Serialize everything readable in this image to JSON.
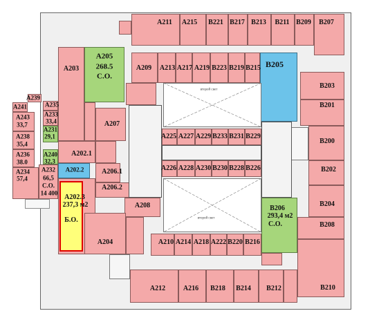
{
  "atrium_label": "второй свет",
  "rooms": {
    "A211": "A211",
    "A215": "A215",
    "B221": "B221",
    "B217": "B217",
    "B213": "B213",
    "B211": "B211",
    "B209": "B209",
    "B207": "B207",
    "A205": "A205",
    "A205_area": "268.5",
    "A205_note": "С.О.",
    "A203": "A203",
    "A209": "A209",
    "A213": "A213",
    "A217": "A217",
    "A219": "A219",
    "B223": "B223",
    "B219": "B219",
    "B215": "B215",
    "B205": "B205",
    "B203": "B203",
    "B201": "B201",
    "B200": "B200",
    "B202": "B202",
    "B204": "B204",
    "B208": "B208",
    "B210": "B210",
    "A239": "A239",
    "A241": "A241",
    "A235": "A235",
    "A243": "A243",
    "A243_area": "33,7",
    "A233": "A233",
    "A233_area": "33,4",
    "A238": "A238",
    "A238_area": "35,4",
    "A231": "A231",
    "A231_area": "29,1",
    "A236": "A236",
    "A236_area": "38.0",
    "A240": "A240",
    "A240_area": "32,3",
    "A234": "A234",
    "A234_area": "57,4",
    "A232": "A232",
    "A232_area": "66,5",
    "A232_note": "С.О.",
    "A232_extra": "14 400",
    "A207": "A207",
    "A202_1": "A202.1",
    "A202_2": "A202.2",
    "A206_1": "A206.1",
    "A206_2": "A206.2",
    "A202_3": "A202.3",
    "A202_3_area": "237,3 м2",
    "BO": "Б.О.",
    "A208": "A208",
    "A204": "A204",
    "A225": "A225",
    "A227": "A227",
    "A229": "A229",
    "B233": "B233",
    "B231": "B231",
    "B229": "B229",
    "A226": "A226",
    "A228": "A228",
    "A230": "A230",
    "B230": "B230",
    "B228": "B228",
    "B226": "B226",
    "B206": "B206",
    "B206_area": "293,4 м2",
    "B206_note": "С.О.",
    "A210": "A210",
    "A214": "A214",
    "A218": "A218",
    "A222": "A222",
    "B220": "B220",
    "B216": "B216",
    "A212": "A212",
    "A216": "A216",
    "B218": "B218",
    "B214": "B214",
    "B212": "B212"
  },
  "colors": {
    "pink": "#f4a9a9",
    "green": "#a6d67b",
    "blue": "#6cc3ea",
    "yellow": "#ffff7a",
    "highlight_border": "#e00000"
  }
}
